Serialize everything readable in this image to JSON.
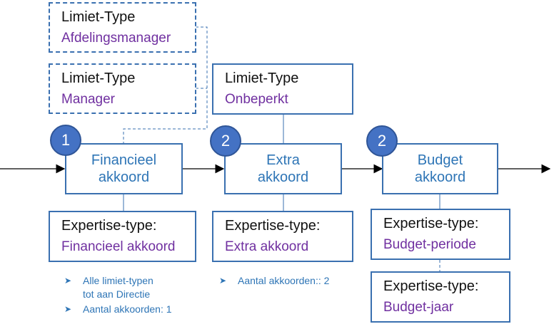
{
  "limit_types": [
    {
      "label": "Limiet-Type",
      "value": "Afdelingsmanager"
    },
    {
      "label": "Limiet-Type",
      "value": "Manager"
    },
    {
      "label": "Limiet-Type",
      "value": "Onbeperkt"
    }
  ],
  "steps": [
    {
      "number": "1",
      "title_line1": "Financieel",
      "title_line2": "akkoord"
    },
    {
      "number": "2",
      "title_line1": "Extra",
      "title_line2": "akkoord"
    },
    {
      "number": "2",
      "title_line1": "Budget",
      "title_line2": "akkoord"
    }
  ],
  "expertise": [
    {
      "label": "Expertise-type:",
      "value": "Financieel akkoord"
    },
    {
      "label": "Expertise-type:",
      "value": "Extra akkoord"
    },
    {
      "label": "Expertise-type:",
      "value": "Budget-periode"
    },
    {
      "label": "Expertise-type:",
      "value": "Budget-jaar"
    }
  ],
  "notes": {
    "step1": [
      "Alle limiet-typen",
      "tot aan Directie",
      "Aantal akkoorden: 1"
    ],
    "step2": [
      "Aantal akkoorden:: 2"
    ]
  },
  "colors": {
    "border": "#3a70b0",
    "step_text": "#2e75b6",
    "value_text": "#7030a0",
    "badge": "#4472c4"
  }
}
